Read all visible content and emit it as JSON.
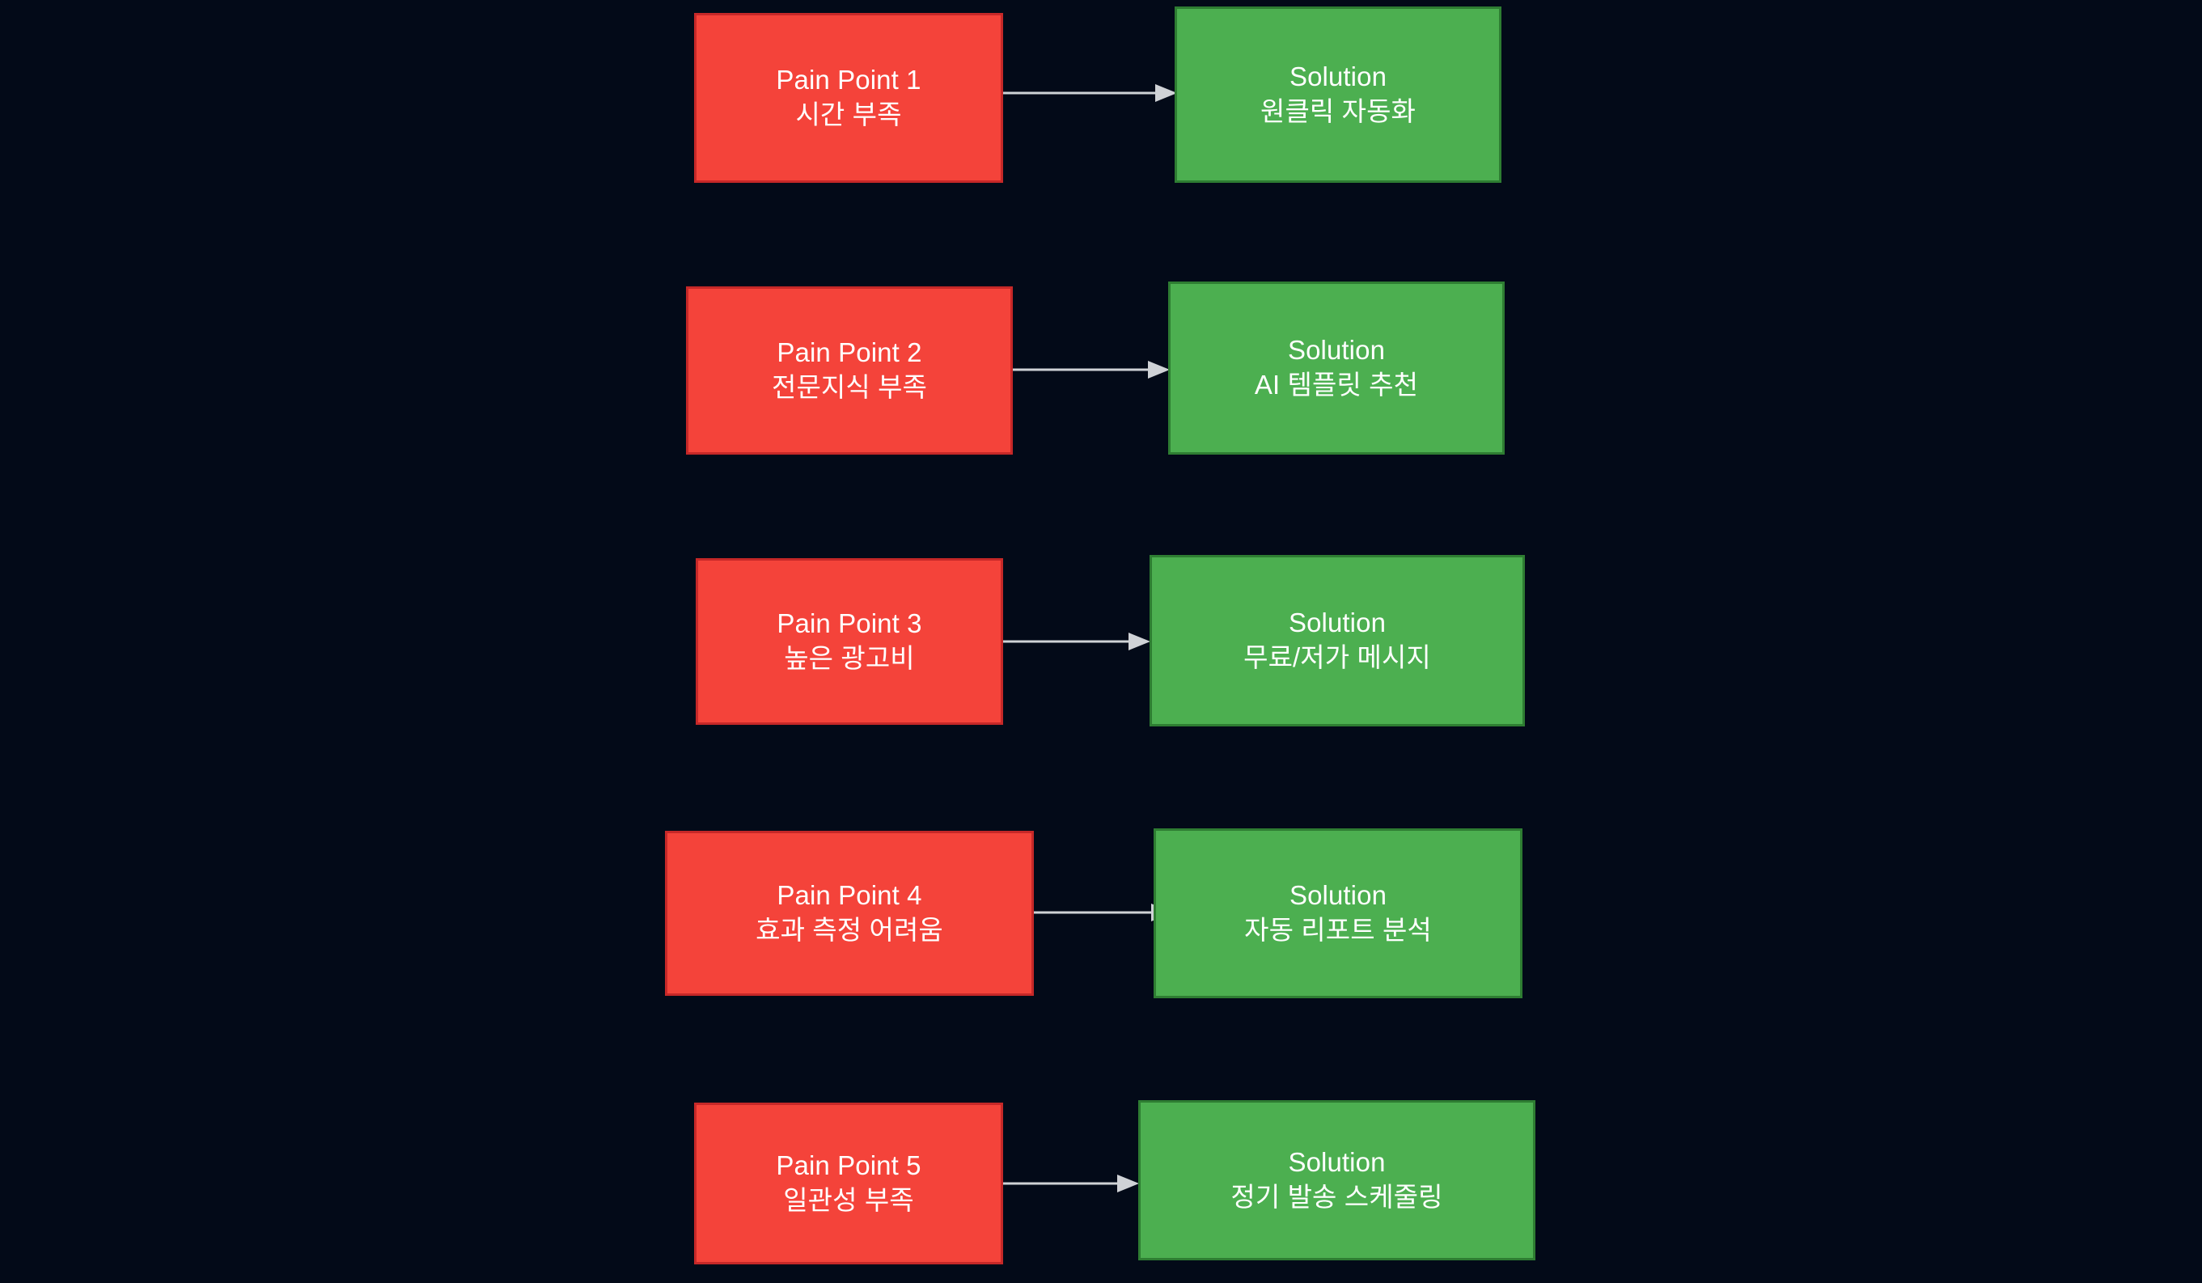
{
  "diagram": {
    "type": "flowchart",
    "orientation": "left-to-right pairs stacked vertically",
    "background_color": "#030a18",
    "pain_color": "#F4433A",
    "pain_border_color": "#C62828",
    "solution_color": "#4CAF50",
    "solution_border_color": "#2E7D32",
    "text_color": "#ffffff",
    "arrow_color": "#cfd2d6",
    "rows": [
      {
        "id": "row-1",
        "pain": {
          "title": "Pain Point 1",
          "detail": "시간 부족"
        },
        "solution": {
          "title": "Solution",
          "detail": "원클릭 자동화"
        }
      },
      {
        "id": "row-2",
        "pain": {
          "title": "Pain Point 2",
          "detail": "전문지식 부족"
        },
        "solution": {
          "title": "Solution",
          "detail": "AI 템플릿 추천"
        }
      },
      {
        "id": "row-3",
        "pain": {
          "title": "Pain Point 3",
          "detail": "높은 광고비"
        },
        "solution": {
          "title": "Solution",
          "detail": "무료/저가 메시지"
        }
      },
      {
        "id": "row-4",
        "pain": {
          "title": "Pain Point 4",
          "detail": "효과 측정 어려움"
        },
        "solution": {
          "title": "Solution",
          "detail": "자동 리포트 분석"
        }
      },
      {
        "id": "row-5",
        "pain": {
          "title": "Pain Point 5",
          "detail": "일관성 부족"
        },
        "solution": {
          "title": "Solution",
          "detail": "정기 발송 스케줄링"
        }
      }
    ]
  }
}
